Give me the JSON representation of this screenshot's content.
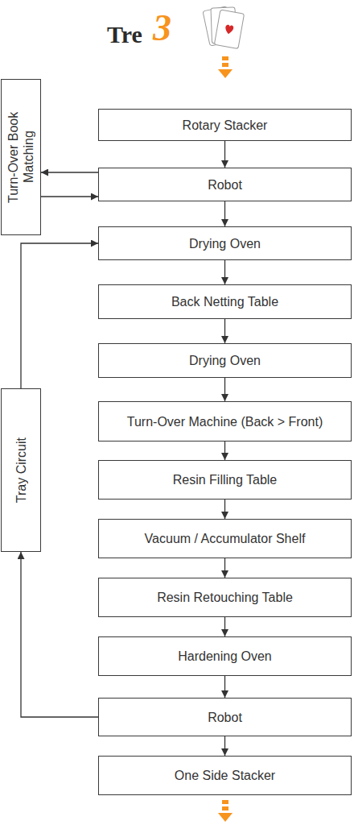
{
  "diagram": {
    "title": "Tre",
    "nodes": [
      {
        "text": [
          "Rotary Stacker"
        ]
      },
      {
        "text": [
          "Robot"
        ]
      },
      {
        "text": [
          "Turn-Over Book Matching"
        ]
      },
      {
        "text": [
          "Drying Oven"
        ]
      },
      {
        "text": [
          "Back Netting Table"
        ]
      },
      {
        "text": [
          "Drying Oven"
        ]
      },
      {
        "text": [
          "Turn-Over Machine (Back > Front)"
        ]
      },
      {
        "text": [
          "Resin Filling Table"
        ]
      },
      {
        "text": [
          "Vacuum / Accumulator Shelf"
        ]
      },
      {
        "text": [
          "Resin Retouching Table"
        ]
      },
      {
        "text": [
          "Hardening Oven"
        ]
      },
      {
        "text": [
          "Robot"
        ]
      },
      {
        "text": [
          "One Side Stacker"
        ]
      },
      {
        "text": [
          "Tray Circuit"
        ]
      }
    ],
    "edges": [
      {
        "from": 0,
        "to": 1,
        "arrow": "to"
      },
      {
        "from": 1,
        "to": 2,
        "arrow": "to"
      },
      {
        "from": 2,
        "to": 1,
        "arrow": "to"
      },
      {
        "from": 1,
        "to": 3,
        "arrow": "to"
      },
      {
        "from": 3,
        "to": 4,
        "arrow": "to"
      },
      {
        "from": 4,
        "to": 5,
        "arrow": "to"
      },
      {
        "from": 5,
        "to": 6,
        "arrow": "to"
      },
      {
        "from": 6,
        "to": 7,
        "arrow": "to"
      },
      {
        "from": 7,
        "to": 8,
        "arrow": "to"
      },
      {
        "from": 8,
        "to": 9,
        "arrow": "to"
      },
      {
        "from": 9,
        "to": 10,
        "arrow": "to"
      },
      {
        "from": 10,
        "to": 11,
        "arrow": "to"
      },
      {
        "from": 11,
        "to": 12,
        "arrow": "to"
      },
      {
        "from": 11,
        "to": 13,
        "arrow": "to"
      },
      {
        "from": 13,
        "to": 3,
        "arrow": "to"
      }
    ],
    "labels": [
      "3"
    ]
  }
}
